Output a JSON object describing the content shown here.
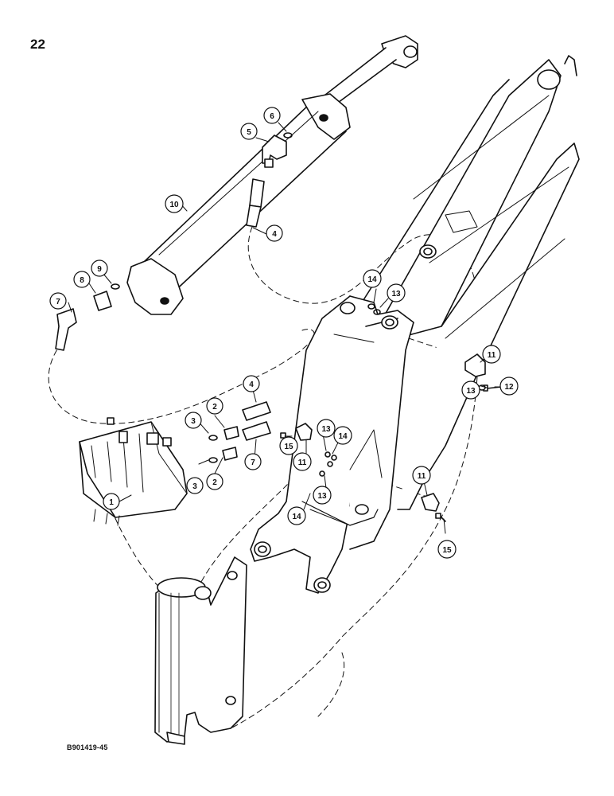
{
  "page": {
    "number": "22",
    "figure_code": "B901419-45"
  },
  "colors": {
    "ink": "#111111",
    "paper": "#ffffff"
  },
  "callouts": [
    {
      "id": "c1",
      "label": "1"
    },
    {
      "id": "c2a",
      "label": "2"
    },
    {
      "id": "c2b",
      "label": "2"
    },
    {
      "id": "c3a",
      "label": "3"
    },
    {
      "id": "c3b",
      "label": "3"
    },
    {
      "id": "c4a",
      "label": "4"
    },
    {
      "id": "c4b",
      "label": "4"
    },
    {
      "id": "c5",
      "label": "5"
    },
    {
      "id": "c6",
      "label": "6"
    },
    {
      "id": "c7a",
      "label": "7"
    },
    {
      "id": "c7b",
      "label": "7"
    },
    {
      "id": "c8",
      "label": "8"
    },
    {
      "id": "c9",
      "label": "9"
    },
    {
      "id": "c10",
      "label": "10"
    },
    {
      "id": "c11a",
      "label": "11"
    },
    {
      "id": "c11b",
      "label": "11"
    },
    {
      "id": "c11c",
      "label": "11"
    },
    {
      "id": "c12",
      "label": "12"
    },
    {
      "id": "c13a",
      "label": "13"
    },
    {
      "id": "c13b",
      "label": "13"
    },
    {
      "id": "c13c",
      "label": "13"
    },
    {
      "id": "c13d",
      "label": "13"
    },
    {
      "id": "c14a",
      "label": "14"
    },
    {
      "id": "c14b",
      "label": "14"
    },
    {
      "id": "c14c",
      "label": "14"
    },
    {
      "id": "c15a",
      "label": "15"
    },
    {
      "id": "c15b",
      "label": "15"
    }
  ]
}
